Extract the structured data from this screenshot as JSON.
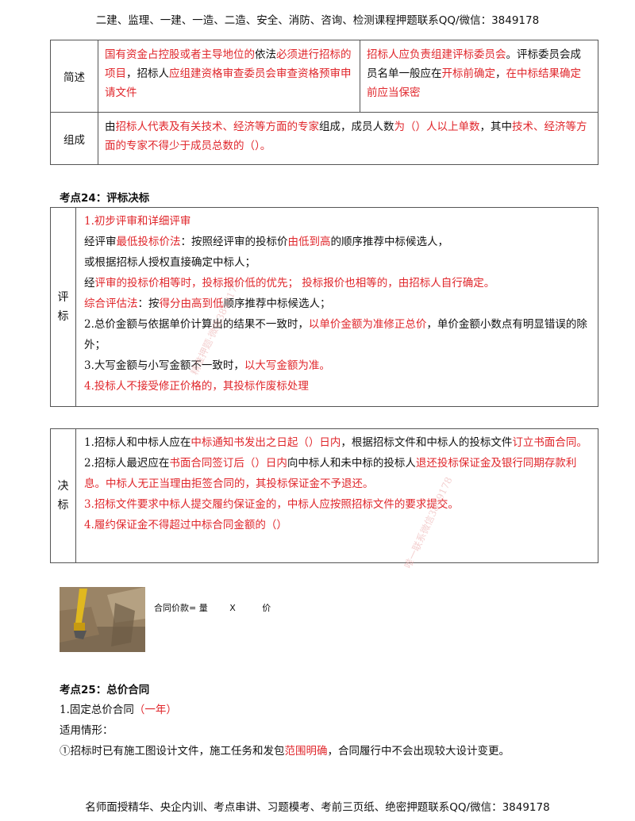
{
  "header": "二建、监理、一建、一造、二造、安全、消防、咨询、检测课程押题联系QQ/微信：3849178",
  "footer": "名师面授精华、央企内训、考点串讲、习题模考、考前三页纸、绝密押题联系QQ/微信：3849178",
  "table1": {
    "row1_label": "简述",
    "row1_left": [
      {
        "t": "国有资金占控股或者主导地位的",
        "red": true
      },
      {
        "t": "依法",
        "red": false
      },
      {
        "t": "必须进行招标的项目",
        "red": true
      },
      {
        "t": "，招标人",
        "red": false
      },
      {
        "t": "应组建资格审查委员会审查资格预审申请文件",
        "red": true
      }
    ],
    "row1_right": [
      {
        "t": "招标人应负责组建评标委员会",
        "red": true
      },
      {
        "t": "。评标委员会成员名单一般应在",
        "red": false
      },
      {
        "t": "开标前确定",
        "red": true
      },
      {
        "t": "，",
        "red": false
      },
      {
        "t": "在中标结果确定前应当保密",
        "red": true
      }
    ],
    "row2_label": "组成",
    "row2": [
      {
        "t": "由",
        "red": false
      },
      {
        "t": "招标人代表及有关技术、经济等方面的专家",
        "red": true
      },
      {
        "t": "组成，成员人数",
        "red": false
      },
      {
        "t": "为（）人以上单数",
        "red": true
      },
      {
        "t": "，其中",
        "red": false
      },
      {
        "t": "技术、经济等方面的专家不得少于成员总数的（）。",
        "red": true
      }
    ]
  },
  "section24_title": "考点24：评标决标",
  "pingbiao": {
    "label": "评标",
    "lines": [
      [
        {
          "t": "1.初步评审和详细评审",
          "red": true
        }
      ],
      [
        {
          "t": "经评审",
          "red": false
        },
        {
          "t": "最低投标价法",
          "red": true
        },
        {
          "t": "：按照经评审的投标价",
          "red": false
        },
        {
          "t": "由低到高",
          "red": true
        },
        {
          "t": "的顺序推荐中标候选人，",
          "red": false
        }
      ],
      [
        {
          "t": "或根据招标人授权直接确定中标人；",
          "red": false
        }
      ],
      [
        {
          "t": "经",
          "red": false
        },
        {
          "t": "评审的投标价相等时，投标报价低的优先；  投标报价也相等的，由招标人自行确定。",
          "red": true
        }
      ],
      [
        {
          "t": "综合评估法",
          "red": true
        },
        {
          "t": "：按",
          "red": false
        },
        {
          "t": "得分由高到低",
          "red": true
        },
        {
          "t": "顺序推荐中标候选人；",
          "red": false
        }
      ],
      [
        {
          "t": "2.总价金额与依据单价计算出的结果不一致时，",
          "red": false
        },
        {
          "t": "以单价金额为准修正总价",
          "red": true
        },
        {
          "t": "，单价金额小数点有明显错误的除外；",
          "red": false
        }
      ],
      [
        {
          "t": "3.大写金额与小写金额不一致时，",
          "red": false
        },
        {
          "t": "以大写金额为准。",
          "red": true
        }
      ],
      [
        {
          "t": "4.投标人不接受修正价格的，其投标作废标处理",
          "red": true
        }
      ]
    ]
  },
  "juebiao": {
    "label": "决标",
    "lines": [
      [
        {
          "t": "1.招标人和中标人应在",
          "red": false
        },
        {
          "t": "中标通知书发出之日起（）日内",
          "red": true
        },
        {
          "t": "，根据招标文件和中标人的投标文件",
          "red": false
        },
        {
          "t": "订立书面合同。",
          "red": true
        }
      ],
      [
        {
          "t": "2.招标人最迟应在",
          "red": false
        },
        {
          "t": "书面合同签订后（）日内",
          "red": true
        },
        {
          "t": "向中标人和未中标的投标人",
          "red": false
        },
        {
          "t": "退还投标保证金及银行同期存款利息。中标人无正当理由拒签合同的，其投标保证金不予退还。",
          "red": true
        }
      ],
      [
        {
          "t": "3.招标文件要求中标人提交履约保证金的，中标人应按照招标文件的要求提交。",
          "red": true
        }
      ],
      [
        {
          "t": "4.履约保证金不得超过中标合同金额的（）",
          "red": true
        }
      ]
    ]
  },
  "formula": {
    "a": "合同价款= 量",
    "b": "X",
    "c": "价"
  },
  "section25_title": "考点25：总价合同",
  "s25_line1": [
    {
      "t": "1.固定总价合同",
      "red": false
    },
    {
      "t": "（一年）",
      "red": true
    }
  ],
  "s25_line2": "适用情形：",
  "s25_line3": [
    {
      "t": "①招标时已有施工图设计文件，施工任务和发包",
      "red": false
    },
    {
      "t": "范围明确",
      "red": true
    },
    {
      "t": "，合同履行中不会出现较大设计变更。",
      "red": false
    }
  ],
  "watermark1": "精准押题·微信3849178",
  "watermark2": "唯一联系微信3849178"
}
